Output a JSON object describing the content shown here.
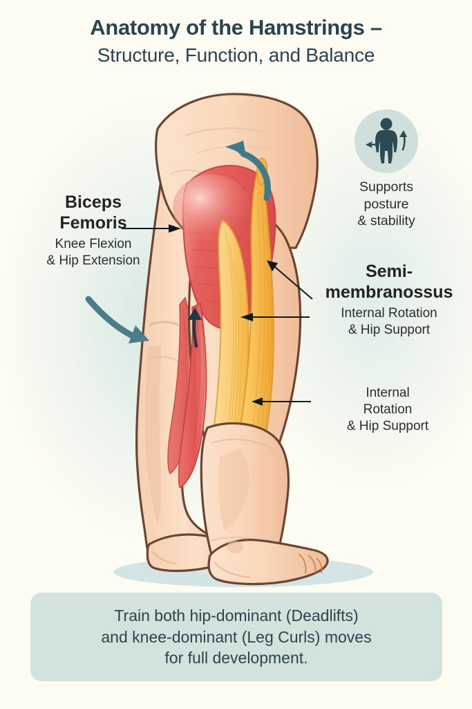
{
  "poster": {
    "title_line1": "Anatomy of the Hamstrings –",
    "title_line2": "Structure, Function, and Balance",
    "background_color": "#FDFCF3",
    "title_color": "#2A444E"
  },
  "labels": {
    "biceps_femoris": {
      "name": "Biceps Femoris",
      "name_line1": "Biceps",
      "name_line2": "Femoris",
      "function_line1": "Knee Flexion",
      "function_line2": "& Hip Extension",
      "muscle_color": "#E05A55"
    },
    "semimembranosus": {
      "name": "Semi-membranossus",
      "name_line1": "Semi-",
      "name_line2": "membranossus",
      "function_line1": "Internal Rotation",
      "function_line2": "& Hip Support",
      "muscle_color": "#F6AE3C"
    },
    "semitendinosus": {
      "function_line1": "Internal",
      "function_line2": "Rotation",
      "function_line3": "& Hip Support",
      "muscle_color": "#FBD37A"
    }
  },
  "badge": {
    "icon": "standing-person-stability-icon",
    "caption_line1": "Supports",
    "caption_line2": "posture",
    "caption_line3": "& stability",
    "circle_color": "#CFE0DC",
    "figure_color": "#2C4A52"
  },
  "footer": {
    "line1": "Train both hip-dominant (Deadlifts)",
    "line2": "and knee-dominant (Leg Curls) moves",
    "line3": "for full development.",
    "box_color": "#D2E2DD",
    "text_color": "#2A444E"
  },
  "illustration": {
    "description": "Posterior view of human legs and hips showing hamstring musculature",
    "skin_color": "#F9D6B8",
    "skin_shadow_color": "#F0BE9A",
    "outline_color": "#6B4433",
    "ground_shadow_color": "#C6DCE0",
    "arrows": {
      "glute_sweep": "up-left curved teal arrow over gluteal region",
      "hip_extension_sweep": "down-right curved teal arrow at left",
      "knee_flexion_up": "upward navy arrow inside biceps femoris",
      "pointer_color": "#23384A",
      "sweep_color": "#3E7A8C"
    }
  }
}
